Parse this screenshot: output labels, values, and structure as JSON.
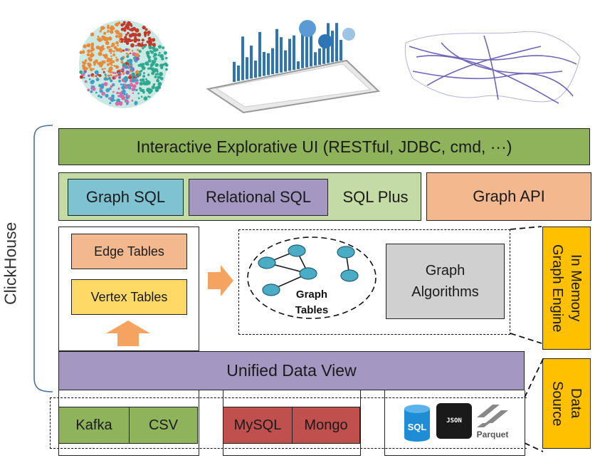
{
  "side_label": "ClickHouse",
  "top_bar": "Interactive Explorative UI  (RESTful, JDBC, cmd, ···)",
  "sql_layer": {
    "graph_sql": "Graph SQL",
    "relational_sql": "Relational SQL",
    "sql_plus": "SQL Plus"
  },
  "graph_api": "Graph API",
  "tables": {
    "edge": "Edge Tables",
    "vertex": "Vertex Tables"
  },
  "graph_tables": "Graph\nTables",
  "graph_algorithms": "Graph\nAlgorithms",
  "engine_label": "In Memory\nGraph Engine",
  "unified_view": "Unified Data View",
  "data_source_label": "Data\nSource",
  "sources": {
    "kafka": "Kafka",
    "csv": "CSV",
    "mysql": "MySQL",
    "mongo": "Mongo",
    "sql_icon": "SQL",
    "json_icon": "JSON",
    "parquet_icon": "Parquet"
  },
  "colors": {
    "green": "#8FB35A",
    "blue": "#7FC3D3",
    "purple": "#A497C1",
    "salmon": "#F4B88F",
    "yellow": "#FFD966",
    "orange": "#FFC000",
    "red": "#C0504D",
    "arrow": "#F4A460",
    "node": "#4BACC6"
  }
}
